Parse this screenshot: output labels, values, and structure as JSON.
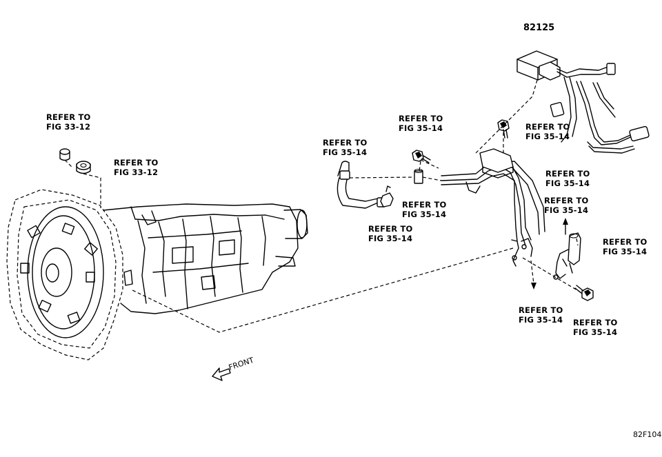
{
  "part_number": "82125",
  "callouts": [
    {
      "line1": "REFER TO",
      "line2": "FIG 33-12"
    },
    {
      "line1": "REFER TO",
      "line2": "FIG 33-12"
    },
    {
      "line1": "REFER TO",
      "line2": "FIG 35-14"
    },
    {
      "line1": "REFER TO",
      "line2": "FIG 35-14"
    },
    {
      "line1": "REFER TO",
      "line2": "FIG 35-14"
    },
    {
      "line1": "REFER TO",
      "line2": "FIG 35-14"
    },
    {
      "line1": "REFER TO",
      "line2": "FIG 35-14"
    },
    {
      "line1": "REFER TO",
      "line2": "FIG 35-14"
    },
    {
      "line1": "REFER TO",
      "line2": "FIG 35-14"
    },
    {
      "line1": "REFER TO",
      "line2": "FIG 35-14"
    },
    {
      "line1": "REFER TO",
      "line2": "FIG 35-14"
    },
    {
      "line1": "REFER TO",
      "line2": "FIG 35-14"
    }
  ],
  "front_label": "FRONT",
  "figure_code": "82F104",
  "icons": [
    "transmission-illustration",
    "wire-harness-illustration",
    "front-arrow-icon"
  ]
}
